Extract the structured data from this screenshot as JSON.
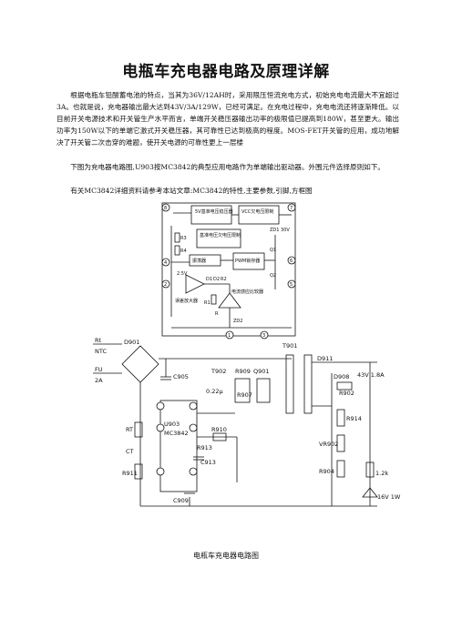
{
  "document": {
    "title": "电瓶车充电器电路及原理详解",
    "paragraph_1": "根据电瓶车铅酸蓄电池的特点，当其为36V/12AH时，采用限压恒流充电方式，初始充电电流最大不宜超过3A。也就是说，充电器输出最大达到43V/3A/129W，已经可满足。在充电过程中，充电电流还将逐渐降低。以目前开关电源技术和开关管生产水平而言，单端开关稳压器输出功率的极限值已提高到180W，甚至更大。输出功率为150W以下的单端它激式开关稳压器，其可靠性已达到极高的程度。MOS-FET开关管的应用，成功地解决了开关管二次击穿的难题，使开关电源的可靠性更上一层楼",
    "paragraph_2": "下图为充电器电路图,U903按MC3842的典型应用电路作为单端输出驱动器。外围元件选择原则如下。",
    "paragraph_3": "有关MC3842详细资料请参考本站文章:MC3842的特性,主要参数,引脚,方框图",
    "caption": "电瓶车充电器电路图"
  },
  "block_diagram": {
    "blocks": [
      "5V基准电压稳压器",
      "VCC欠电压限制",
      "基准电压欠电压限制",
      "振荡器",
      "PWM锁存器",
      "误差放大器",
      "电流感应比较器"
    ],
    "labels": [
      "R3",
      "R4",
      "2.5V",
      "D1",
      "D2",
      "R1",
      "R2",
      "R",
      "ZD1 30V",
      "Q1",
      "Q2",
      "ZD2"
    ],
    "pins": [
      "8",
      "7",
      "4",
      "6",
      "5",
      "2",
      "1",
      "3"
    ]
  },
  "schematic": {
    "components": [
      "Rt",
      "NTC",
      "D901",
      "C905",
      "FU",
      "2A",
      "T901",
      "D911",
      "D908",
      "43V 1.8A",
      "T902",
      "R909",
      "Q901",
      "0.22μ",
      "R907",
      "R902",
      "R914",
      "VR902",
      "R904",
      "1.2k",
      "16V 1W",
      "R910",
      "U903",
      "MC3842",
      "RT",
      "CT",
      "R913",
      "C913",
      "R911",
      "C909"
    ]
  }
}
